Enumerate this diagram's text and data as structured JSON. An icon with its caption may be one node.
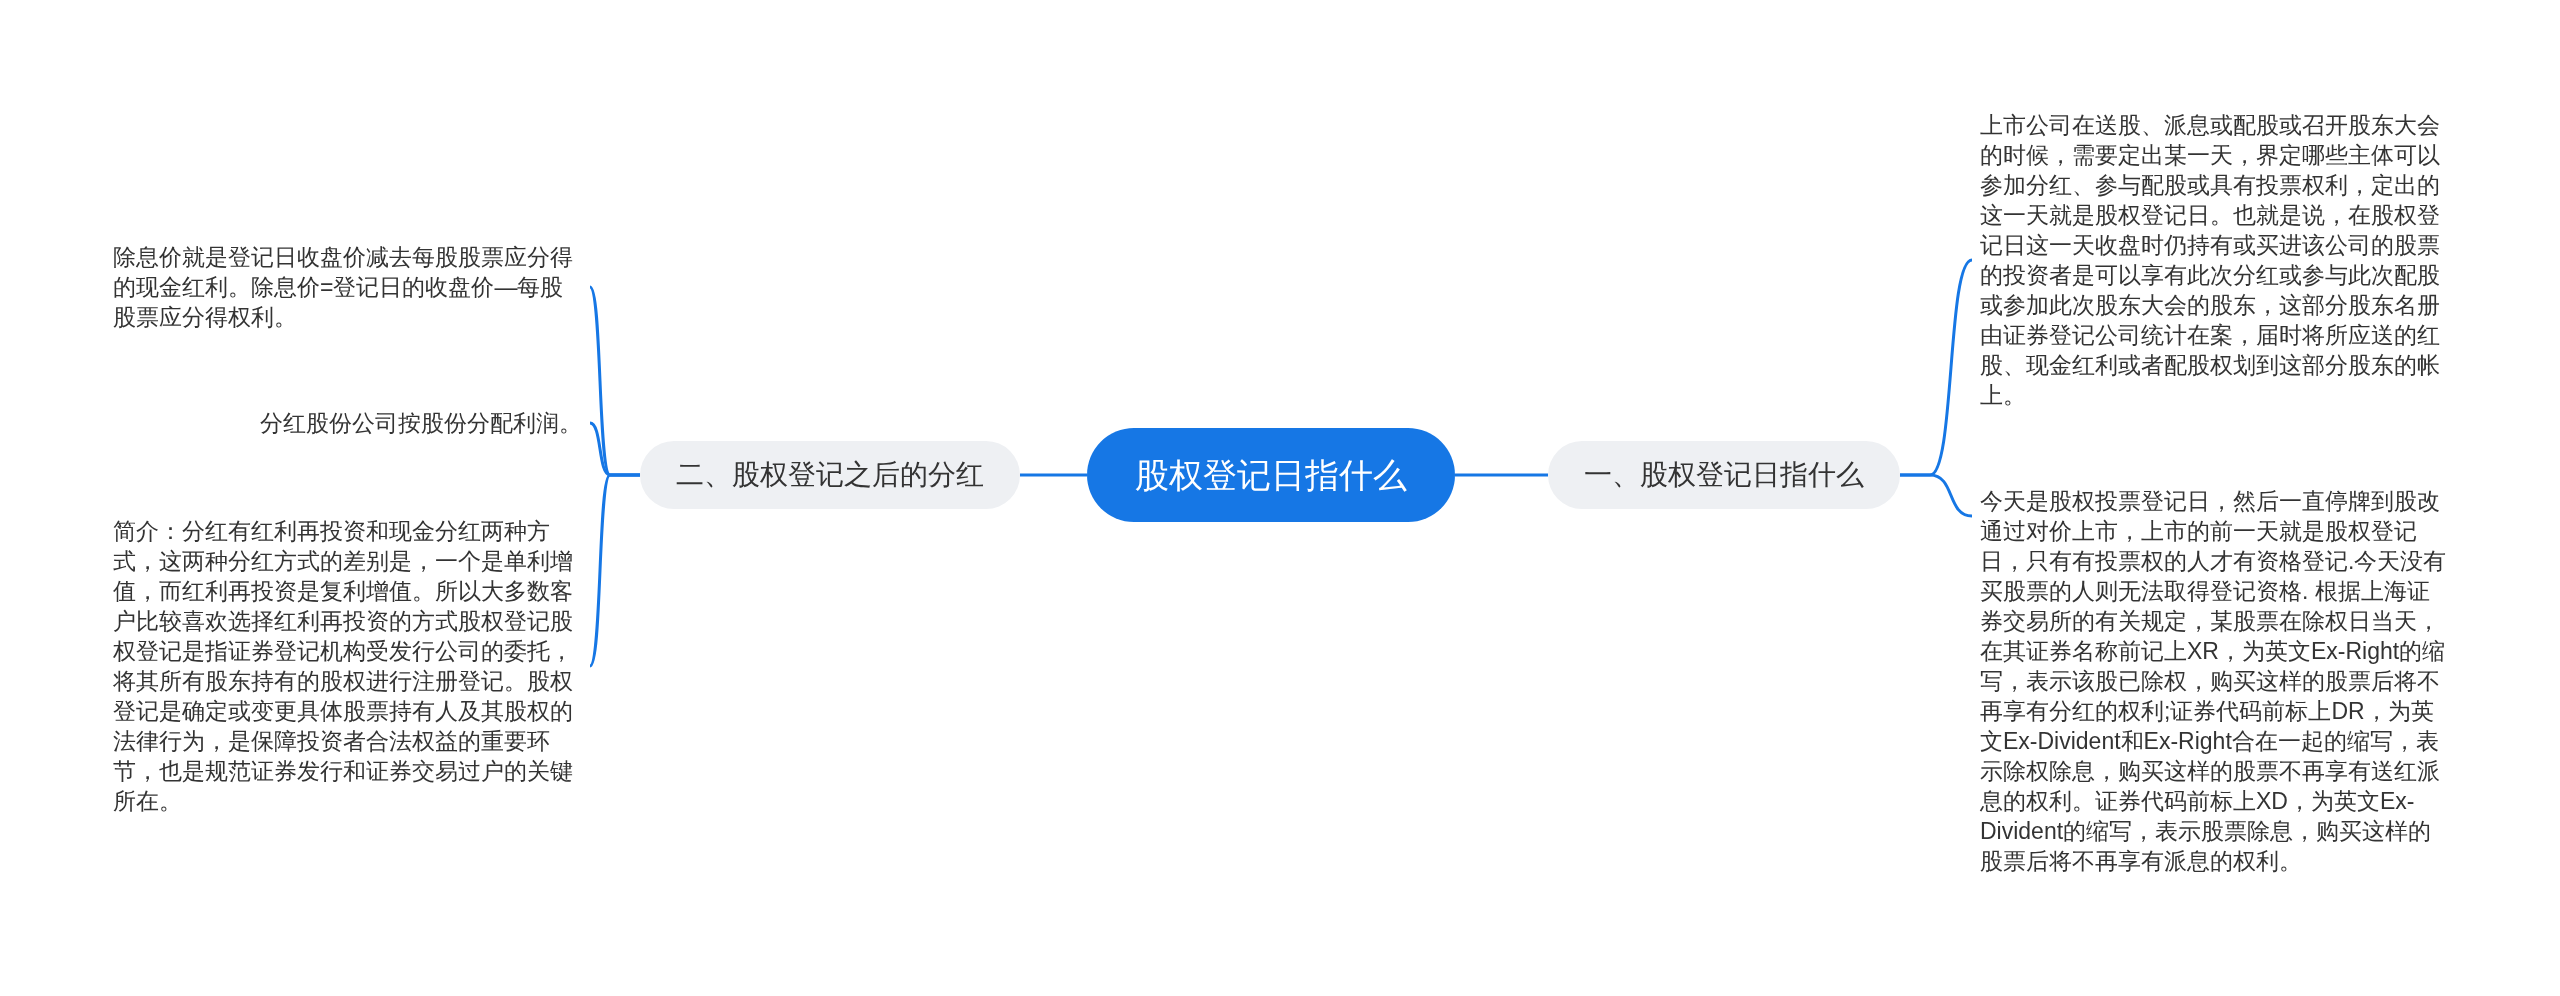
{
  "diagram": {
    "nodes": [
      {
        "text": [
          "股权登记日指什么"
        ]
      },
      {
        "text": [
          "一、股权登记日指什么"
        ]
      },
      {
        "text": [
          "上市公司在送股、派息或配股或召开股东大会的时候，需要定出某一天，界定哪些主体可以参加分红、参与配股或具有投票权利，定出的这一天就是股权登记日。也就是说，在股权登记日这一天收盘时仍持有或买进该公司的股票的投资者是可以享有此次分红或参与此次配股或参加此次股东大会的股东，这部分股东名册由证券登记公司统计在案，届时将所应送的红股、现金红利或者配股权划到这部分股东的帐上。"
        ]
      },
      {
        "text": [
          "今天是股权投票登记日，然后一直停牌到股改通过对价上市，上市的前一天就是股权登记日，只有有投票权的人才有资格登记.今天没有买股票的人则无法取得登记资格. 根据上海证券交易所的有关规定，某股票在除权日当天，在其证券名称前记上XR，为英文Ex-Right的缩写，表示该股已除权，购买这样的股票后将不再享有分红的权利;证券代码前标上DR，为英文Ex-Divident和Ex-Right合在一起的缩写，表示除权除息，购买这样的股票不再享有送红派息的权利。证券代码前标上XD，为英文Ex-Divident的缩写，表示股票除息，购买这样的股票后将不再享有派息的权利。"
        ]
      },
      {
        "text": [
          "二、股权登记之后的分红"
        ]
      },
      {
        "text": [
          "除息价就是登记日收盘价减去每股股票应分得的现金红利。除息价=登记日的收盘价—每股股票应分得权利。"
        ]
      },
      {
        "text": [
          "分红股份公司按股份分配利润。"
        ]
      },
      {
        "text": [
          "简介：分红有红利再投资和现金分红两种方式，这两种分红方式的差别是，一个是单利增值，而红利再投资是复利增值。所以大多数客户比较喜欢选择红利再投资的方式股权登记股权登记是指证券登记机构受发行公司的委托，将其所有股东持有的股权进行注册登记。股权登记是确定或变更具体股票持有人及其股权的法律行为，是保障投资者合法权益的重要环节，也是规范证券发行和证券交易过户的关键所在。"
        ]
      }
    ],
    "edges": [
      {
        "from": 0,
        "to": 1,
        "arrow": "none"
      },
      {
        "from": 1,
        "to": 2,
        "arrow": "none"
      },
      {
        "from": 1,
        "to": 3,
        "arrow": "none"
      },
      {
        "from": 0,
        "to": 4,
        "arrow": "none"
      },
      {
        "from": 4,
        "to": 5,
        "arrow": "none"
      },
      {
        "from": 4,
        "to": 6,
        "arrow": "none"
      },
      {
        "from": 4,
        "to": 7,
        "arrow": "none"
      }
    ]
  }
}
